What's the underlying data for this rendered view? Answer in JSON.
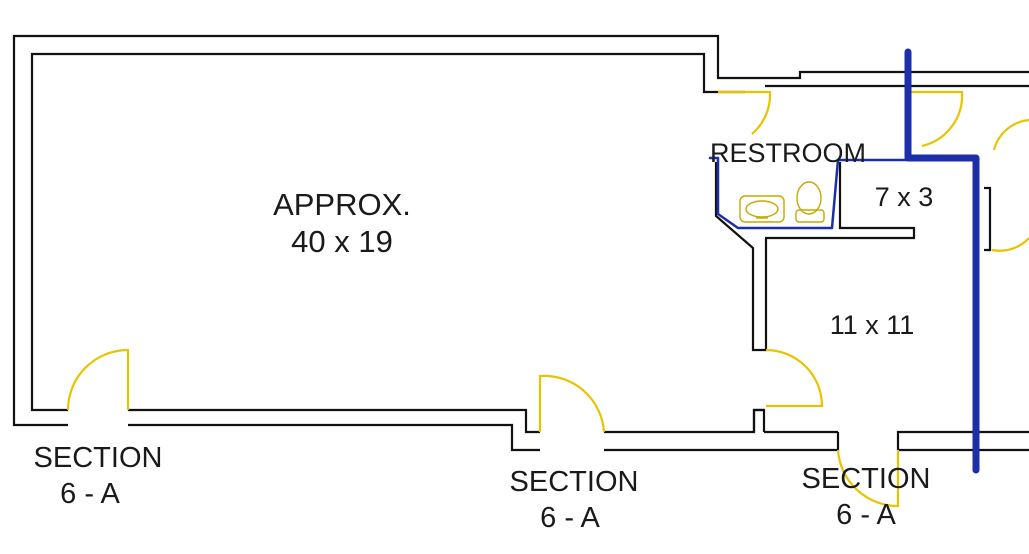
{
  "plan": {
    "main_room": {
      "line1": "APPROX.",
      "line2": "40 x 19"
    },
    "restroom": {
      "label": "RESTROOM"
    },
    "closet": {
      "label": "7 x 3"
    },
    "office": {
      "label": "11 x 11"
    },
    "sections": [
      {
        "line1": "SECTION",
        "line2": "6 - A"
      },
      {
        "line1": "SECTION",
        "line2": "6 - A"
      },
      {
        "line1": "SECTION",
        "line2": "6 - A"
      }
    ],
    "colors": {
      "walls": "#111111",
      "doors": "#e8c400",
      "marker_line": "#1c2fa8",
      "background": "#ffffff"
    }
  }
}
